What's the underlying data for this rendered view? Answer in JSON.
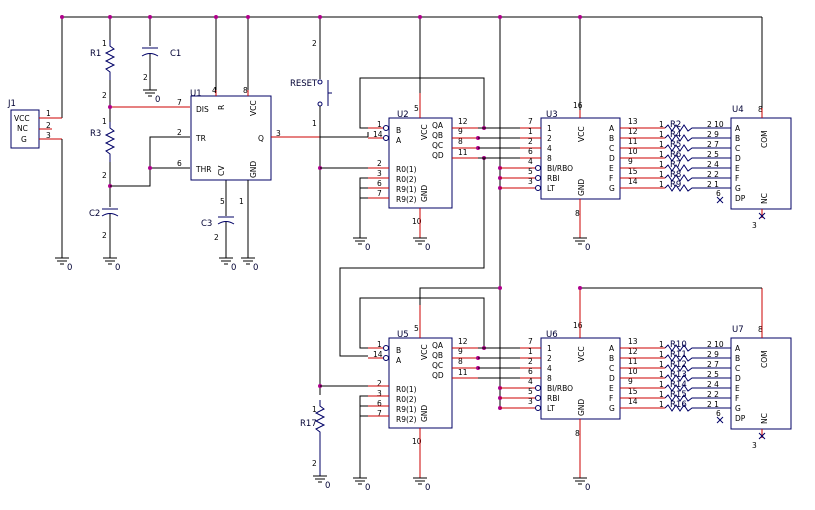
{
  "colors": {
    "wire": "#000000",
    "pin": "#cc0000",
    "part": "#000066",
    "junction": "#b0008c"
  },
  "j1": {
    "ref": "J1",
    "pins": [
      "VCC",
      "NC",
      "G"
    ],
    "nums": [
      "1",
      "2",
      "3"
    ]
  },
  "u1": {
    "ref": "U1",
    "dis": "DIS",
    "r": "R",
    "vcc": "VCC",
    "tr": "TR",
    "q": "Q",
    "thr": "THR",
    "cv": "CV",
    "gnd": "GND",
    "n7": "7",
    "n4": "4",
    "n8": "8",
    "n2": "2",
    "n3": "3",
    "n6": "6",
    "n5": "5",
    "n1": "1"
  },
  "passives": {
    "r1": "R1",
    "r3": "R3",
    "r17": "R17",
    "c1": "C1",
    "c2": "C2",
    "c3": "C3",
    "reset": "RESET",
    "n1": "1",
    "n2": "2"
  },
  "ground": "0",
  "counter": {
    "refs": [
      "U2",
      "U5"
    ],
    "in": [
      "B",
      "A",
      "R0(1)",
      "R0(2)",
      "R9(1)",
      "R9(2)"
    ],
    "in_nums": [
      "1",
      "14",
      "2",
      "3",
      "6",
      "7"
    ],
    "out": [
      "QA",
      "QB",
      "QC",
      "QD"
    ],
    "out_nums": [
      "12",
      "9",
      "8",
      "11"
    ],
    "vcc": "VCC",
    "gnd": "GND",
    "vcc_num": "5",
    "gnd_num": "10"
  },
  "decoder": {
    "refs": [
      "U3",
      "U6"
    ],
    "in": [
      "1",
      "2",
      "4",
      "8",
      "BI/RBO",
      "RBI",
      "LT"
    ],
    "in_nums": [
      "7",
      "1",
      "2",
      "6",
      "4",
      "5",
      "3"
    ],
    "out": [
      "A",
      "B",
      "C",
      "D",
      "E",
      "F",
      "G"
    ],
    "out_nums": [
      "13",
      "12",
      "11",
      "10",
      "9",
      "15",
      "14"
    ],
    "vcc": "VCC",
    "gnd": "GND",
    "vcc_num": "16",
    "gnd_num": "8"
  },
  "resistor_banks": [
    {
      "refs": [
        "R2",
        "R4",
        "R5",
        "R6",
        "R7",
        "R8",
        "R9"
      ],
      "left": [
        "1",
        "1",
        "1",
        "1",
        "1",
        "1",
        "1"
      ],
      "right": [
        "2 10",
        "2 9",
        "2 7",
        "2 5",
        "2 4",
        "2 2",
        "2 1"
      ]
    },
    {
      "refs": [
        "R10",
        "R11",
        "R12",
        "R13",
        "R14",
        "R15",
        "R16"
      ],
      "left": [
        "1",
        "1",
        "1",
        "1",
        "1",
        "1",
        "1"
      ],
      "right": [
        "2 10",
        "2 9",
        "2 7",
        "2 5",
        "2 4",
        "2 2",
        "2 1"
      ]
    }
  ],
  "display": {
    "refs": [
      "U4",
      "U7"
    ],
    "segs": [
      "A",
      "B",
      "C",
      "D",
      "E",
      "F",
      "G",
      "DP"
    ],
    "com": "COM",
    "nc": "NC",
    "com_num": "8",
    "dp_num": "6",
    "nc_num": "3"
  }
}
